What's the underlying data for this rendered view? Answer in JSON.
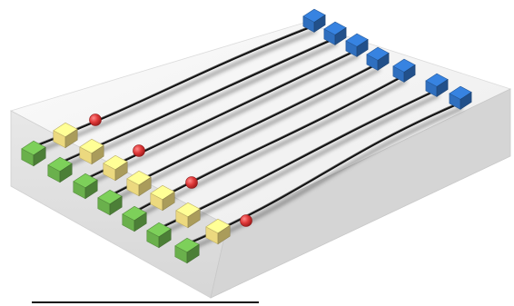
{
  "colors": {
    "chip_top": "#f2f2f2",
    "chip_front": "#e3e3e3",
    "chip_side": "#d2d2d2",
    "waveguide": "#111111",
    "input_port": "#6ab04c",
    "modulator": "#ecd97f",
    "phase_shifter": "#d93636",
    "output_port": "#2f6fbf"
  },
  "components": {
    "input_ports": 7,
    "modulators": 7,
    "phase_shifters": 4,
    "output_ports": 7,
    "waveguides": 7
  },
  "icons": [
    "input-port-cube",
    "modulator-cube",
    "phase-shifter-sphere",
    "output-port-cube"
  ]
}
